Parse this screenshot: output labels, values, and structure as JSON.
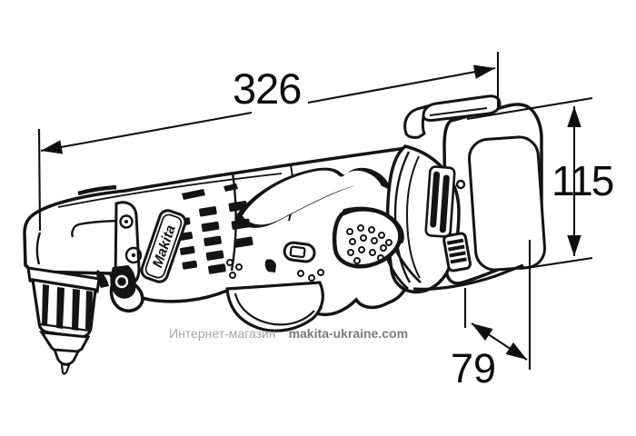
{
  "diagram": {
    "product": "Makita cordless angle drill outline drawing",
    "brand_label": "Makita",
    "dimensions": {
      "length": {
        "value": "326"
      },
      "height": {
        "value": "115"
      },
      "depth": {
        "value": "79"
      }
    }
  },
  "watermark": {
    "prefix": "Интернет-магазин",
    "site": "makita-ukraine.com"
  },
  "colors": {
    "line": "#141414",
    "background": "#ffffff",
    "watermark_prefix": "#a6a6a6",
    "watermark_site": "#7b7b7b"
  }
}
